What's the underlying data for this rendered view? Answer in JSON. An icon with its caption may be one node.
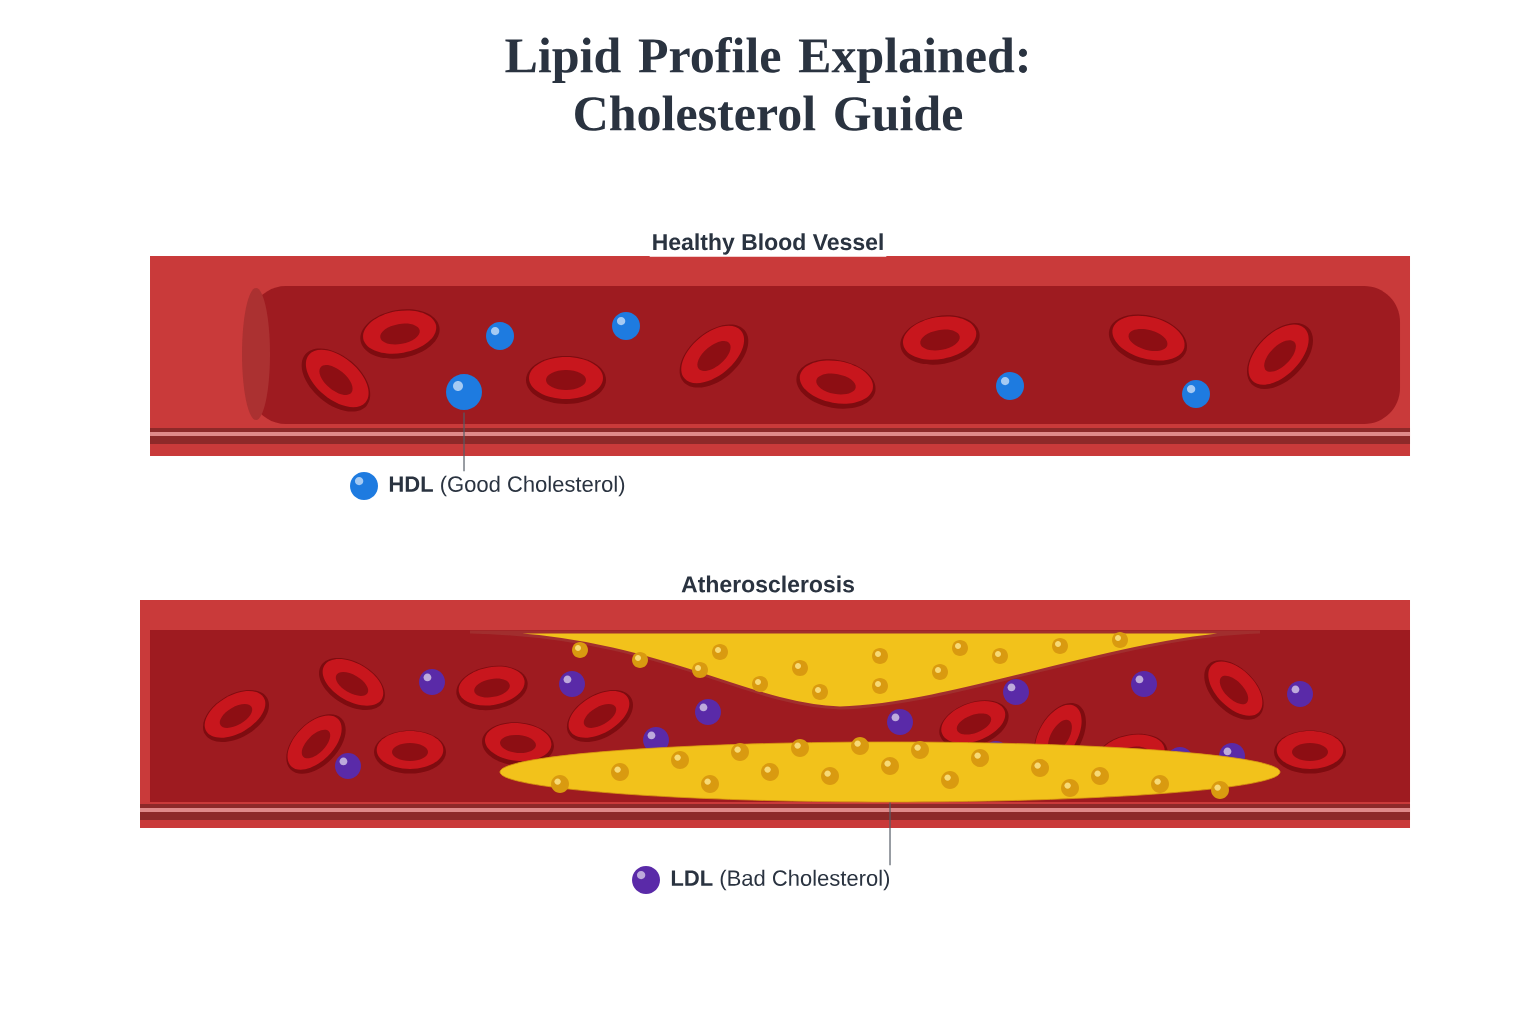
{
  "diagram": {
    "title": "Lipid Profile Explained: Cholesterol Guide",
    "nodes": [
      {
        "text": [
          "**HDL** (Good Cholesterol)"
        ]
      },
      {
        "text": [],
        "shape": "circle"
      },
      {
        "text": [
          "**LDL** (Bad Cholesterol)"
        ]
      },
      {
        "text": [],
        "shape": "picture"
      }
    ],
    "edges": [
      {
        "from": 0,
        "to": 1,
        "arrow": "none"
      },
      {
        "from": 2,
        "to": 3,
        "arrow": "none"
      }
    ],
    "labels": [
      "Healthy Blood Vessel",
      "Atherosclerosis"
    ]
  }
}
